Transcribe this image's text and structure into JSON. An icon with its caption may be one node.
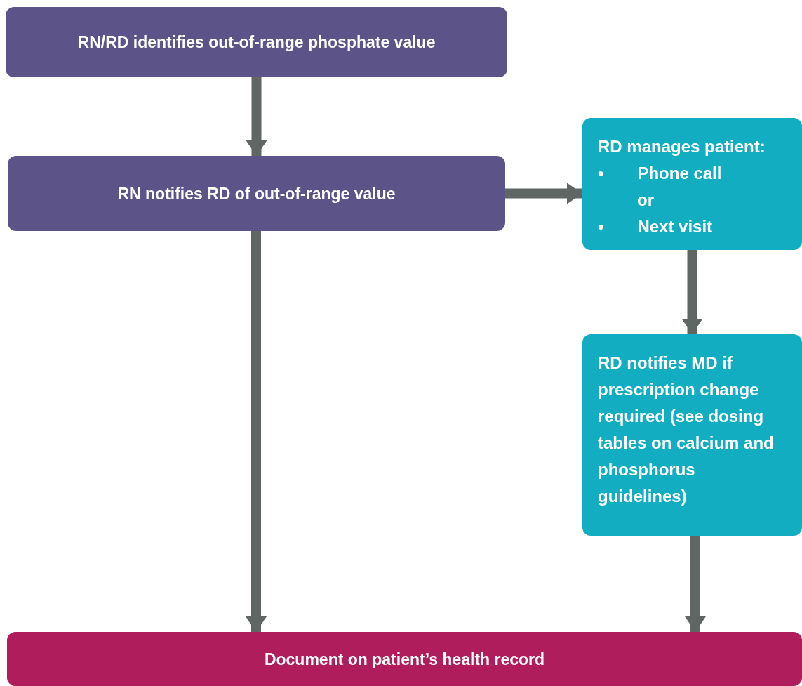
{
  "diagram": {
    "nodes": [
      {
        "text": [
          "RN/RD identifies out-of-range phosphate value"
        ]
      },
      {
        "text": [
          "RN notifies RD of out-of-range value"
        ]
      },
      {
        "text": [
          "RD manages patient:",
          "•  Phone call",
          "or",
          "•  Next visit"
        ]
      },
      {
        "text": [
          "RD notifies MD if prescription change required (see dosing tables on calcium and phosphorus guidelines)"
        ]
      },
      {
        "text": [
          "Document on patient’s health record"
        ]
      }
    ],
    "edges": [
      {
        "from": 0,
        "to": 1,
        "arrow": "to"
      },
      {
        "from": 1,
        "to": 2,
        "arrow": "to"
      },
      {
        "from": 2,
        "to": 3,
        "arrow": "to"
      },
      {
        "from": 1,
        "to": 4,
        "arrow": "to"
      },
      {
        "from": 3,
        "to": 4,
        "arrow": "to"
      }
    ]
  }
}
